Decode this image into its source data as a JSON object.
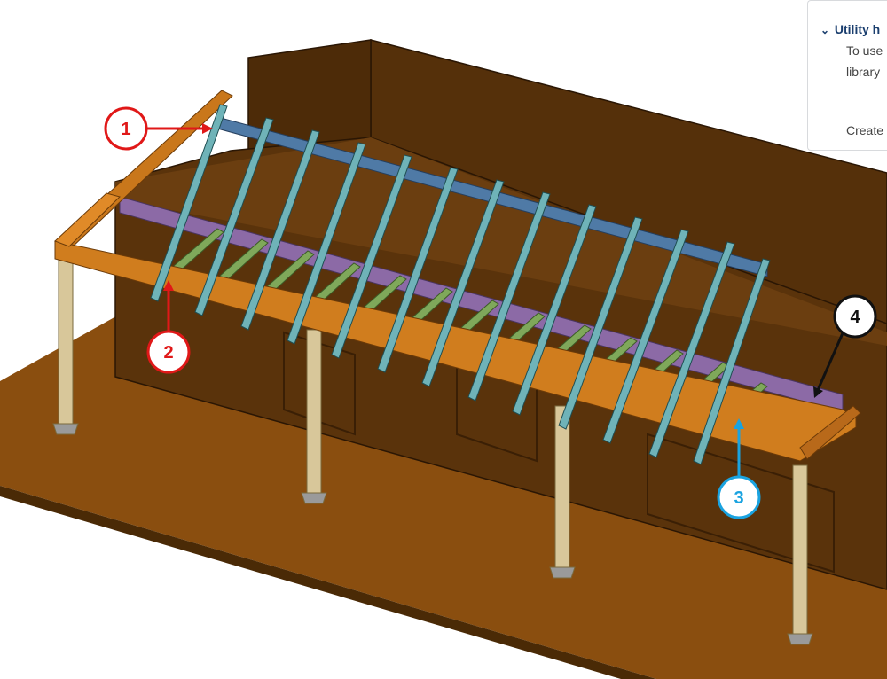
{
  "help_panel": {
    "section_title": "Utility h",
    "body_line_1": "To use",
    "body_line_2": "library",
    "body_line_3": "Create"
  },
  "callouts": [
    {
      "label": "1",
      "color": "#e01818"
    },
    {
      "label": "2",
      "color": "#e01818"
    },
    {
      "label": "3",
      "color": "#1aa3e0"
    },
    {
      "label": "4",
      "color": "#111111"
    }
  ],
  "colors": {
    "ground": "#8a4e0f",
    "wall": "#55300a",
    "beam": "#d07d1e",
    "post": "#d8c79a",
    "rafter": "#6fb3b8",
    "purlin_back": "#4f7aa6",
    "purlin_front": "#7fa85a",
    "ledger": "#8c6aa6"
  }
}
